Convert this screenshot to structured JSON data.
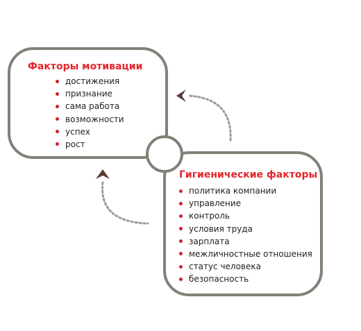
{
  "motivation": {
    "title": "Факторы мотивации",
    "items": [
      "достижения",
      "признание",
      "сама работа",
      "возможности",
      "успех",
      "рост"
    ]
  },
  "hygiene": {
    "title": "Гигиенические факторы",
    "items": [
      "политика компании",
      "управление",
      "контроль",
      "условия труда",
      "зарплата",
      "межличностные отношения",
      "статус человека",
      "безопасность"
    ]
  },
  "colors": {
    "title": "#e3262b",
    "bullet": "#d0202a",
    "frame": "#7c8377",
    "arrow_head": "#5a3a35",
    "dotted_arc": "#9b9b9b",
    "text": "#222222"
  },
  "icons": {
    "arrow_top": "chevron-left-icon",
    "arrow_left": "chevron-up-icon",
    "bullet": "bullet-dot-icon"
  }
}
